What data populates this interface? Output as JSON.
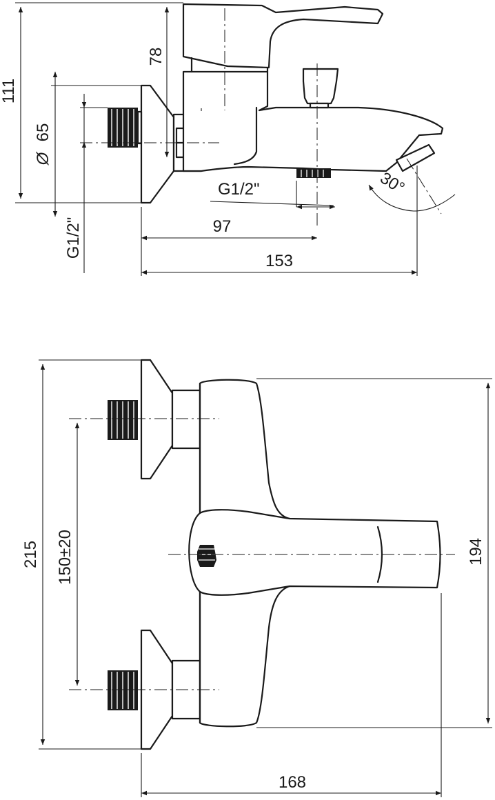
{
  "side_view": {
    "dim_111": "111",
    "dim_78": "78",
    "dim_65": "65",
    "diameter_symbol": "Ø",
    "dim_g12_vertical": "G1/2\"",
    "dim_g12_outlet": "G1/2\"",
    "dim_30deg": "30°",
    "dim_97": "97",
    "dim_153": "153"
  },
  "front_view": {
    "dim_215": "215",
    "dim_150": "150±20",
    "dim_194": "194",
    "dim_168": "168"
  }
}
